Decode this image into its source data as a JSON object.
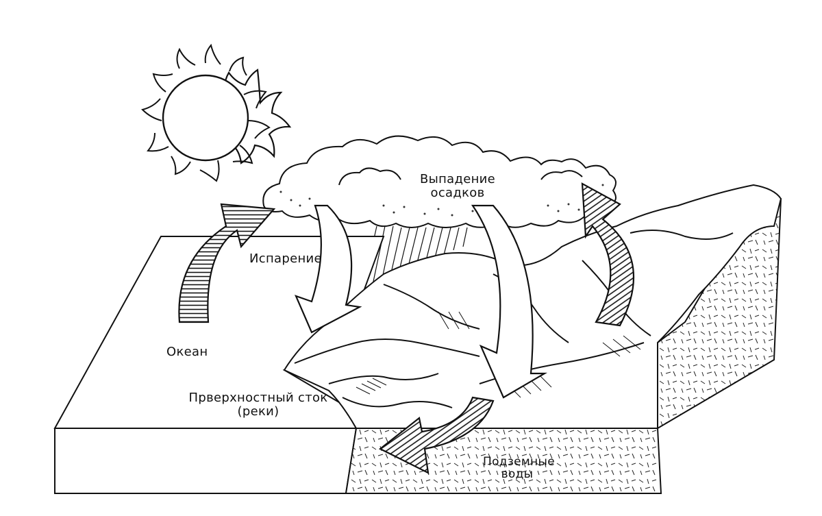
{
  "labels": {
    "evaporation": "Испарение",
    "precipitation_line1": "Выпадение",
    "precipitation_line2": "осадков",
    "ocean": "Океан",
    "runoff_line1": "Прверхностный сток",
    "runoff_line2": "(реки)",
    "groundwater_line1": "Подземные",
    "groundwater_line2": "воды"
  },
  "colors": {
    "ink": "#111111",
    "background": "#ffffff"
  }
}
